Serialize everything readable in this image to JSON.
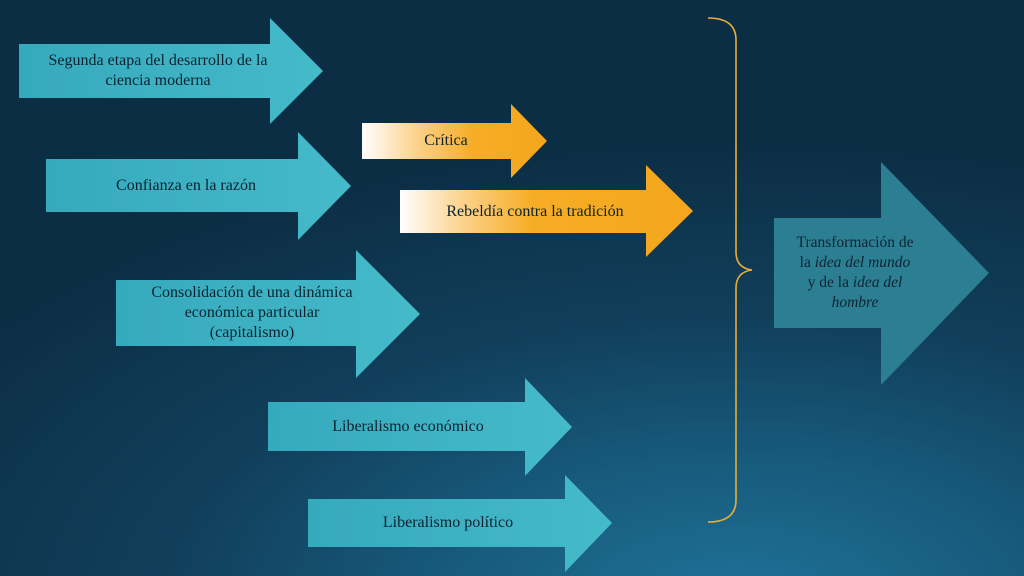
{
  "diagram": {
    "arrows": [
      {
        "id": "segunda-etapa",
        "lines": [
          "Segunda etapa del desarrollo de la",
          "ciencia moderna"
        ]
      },
      {
        "id": "confianza",
        "lines": [
          "Confianza en la razón"
        ]
      },
      {
        "id": "consolidacion",
        "lines": [
          "Consolidación de una dinámica",
          "económica particular",
          "(capitalismo)"
        ]
      },
      {
        "id": "lib-economico",
        "lines": [
          "Liberalismo económico"
        ]
      },
      {
        "id": "lib-politico",
        "lines": [
          "Liberalismo político"
        ]
      },
      {
        "id": "critica",
        "lines": [
          "Crítica"
        ]
      },
      {
        "id": "rebeldia",
        "lines": [
          "Rebeldía contra la tradición"
        ]
      }
    ],
    "result": {
      "line1": "Transformación de",
      "line2_pre": "la ",
      "line2_em": "idea del mundo",
      "line3_pre": "y de la ",
      "line3_em": "idea del",
      "line4_em": "hombre"
    },
    "colors": {
      "teal_arrow": "#3fb5c6",
      "orange_arrow": "#f6ad26",
      "result_arrow": "#2c7f93",
      "brace": "#e9ad35"
    }
  }
}
